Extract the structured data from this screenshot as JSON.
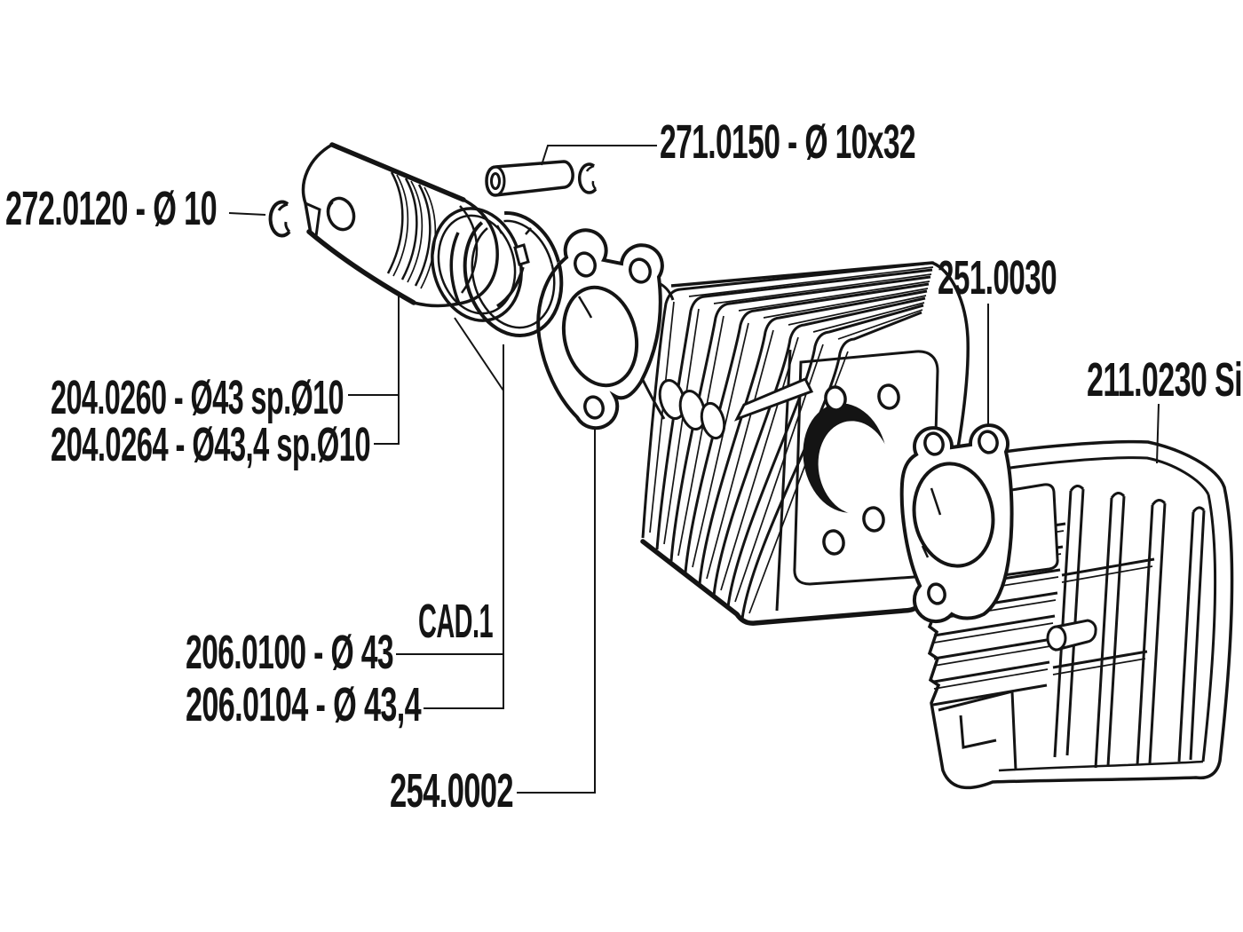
{
  "colors": {
    "ink": "#141414",
    "background": "#ffffff"
  },
  "labels": [
    {
      "part": "wrist-pin",
      "text": "271.0150 - Ø 10x32"
    },
    {
      "part": "circlip",
      "text": "272.0120 - Ø 10"
    },
    {
      "part": "piston-43",
      "text": "204.0260 - Ø43 sp.Ø10"
    },
    {
      "part": "piston-43-4",
      "text": "204.0264 - Ø43,4 sp.Ø10"
    },
    {
      "part": "ring-note",
      "text": "CAD.1"
    },
    {
      "part": "ring-43",
      "text": "206.0100 - Ø 43"
    },
    {
      "part": "ring-43-4",
      "text": "206.0104 - Ø 43,4"
    },
    {
      "part": "base-gasket",
      "text": "254.0002"
    },
    {
      "part": "head-gasket",
      "text": "251.0030"
    },
    {
      "part": "cylinder-head",
      "text": "211.0230 Si"
    }
  ]
}
